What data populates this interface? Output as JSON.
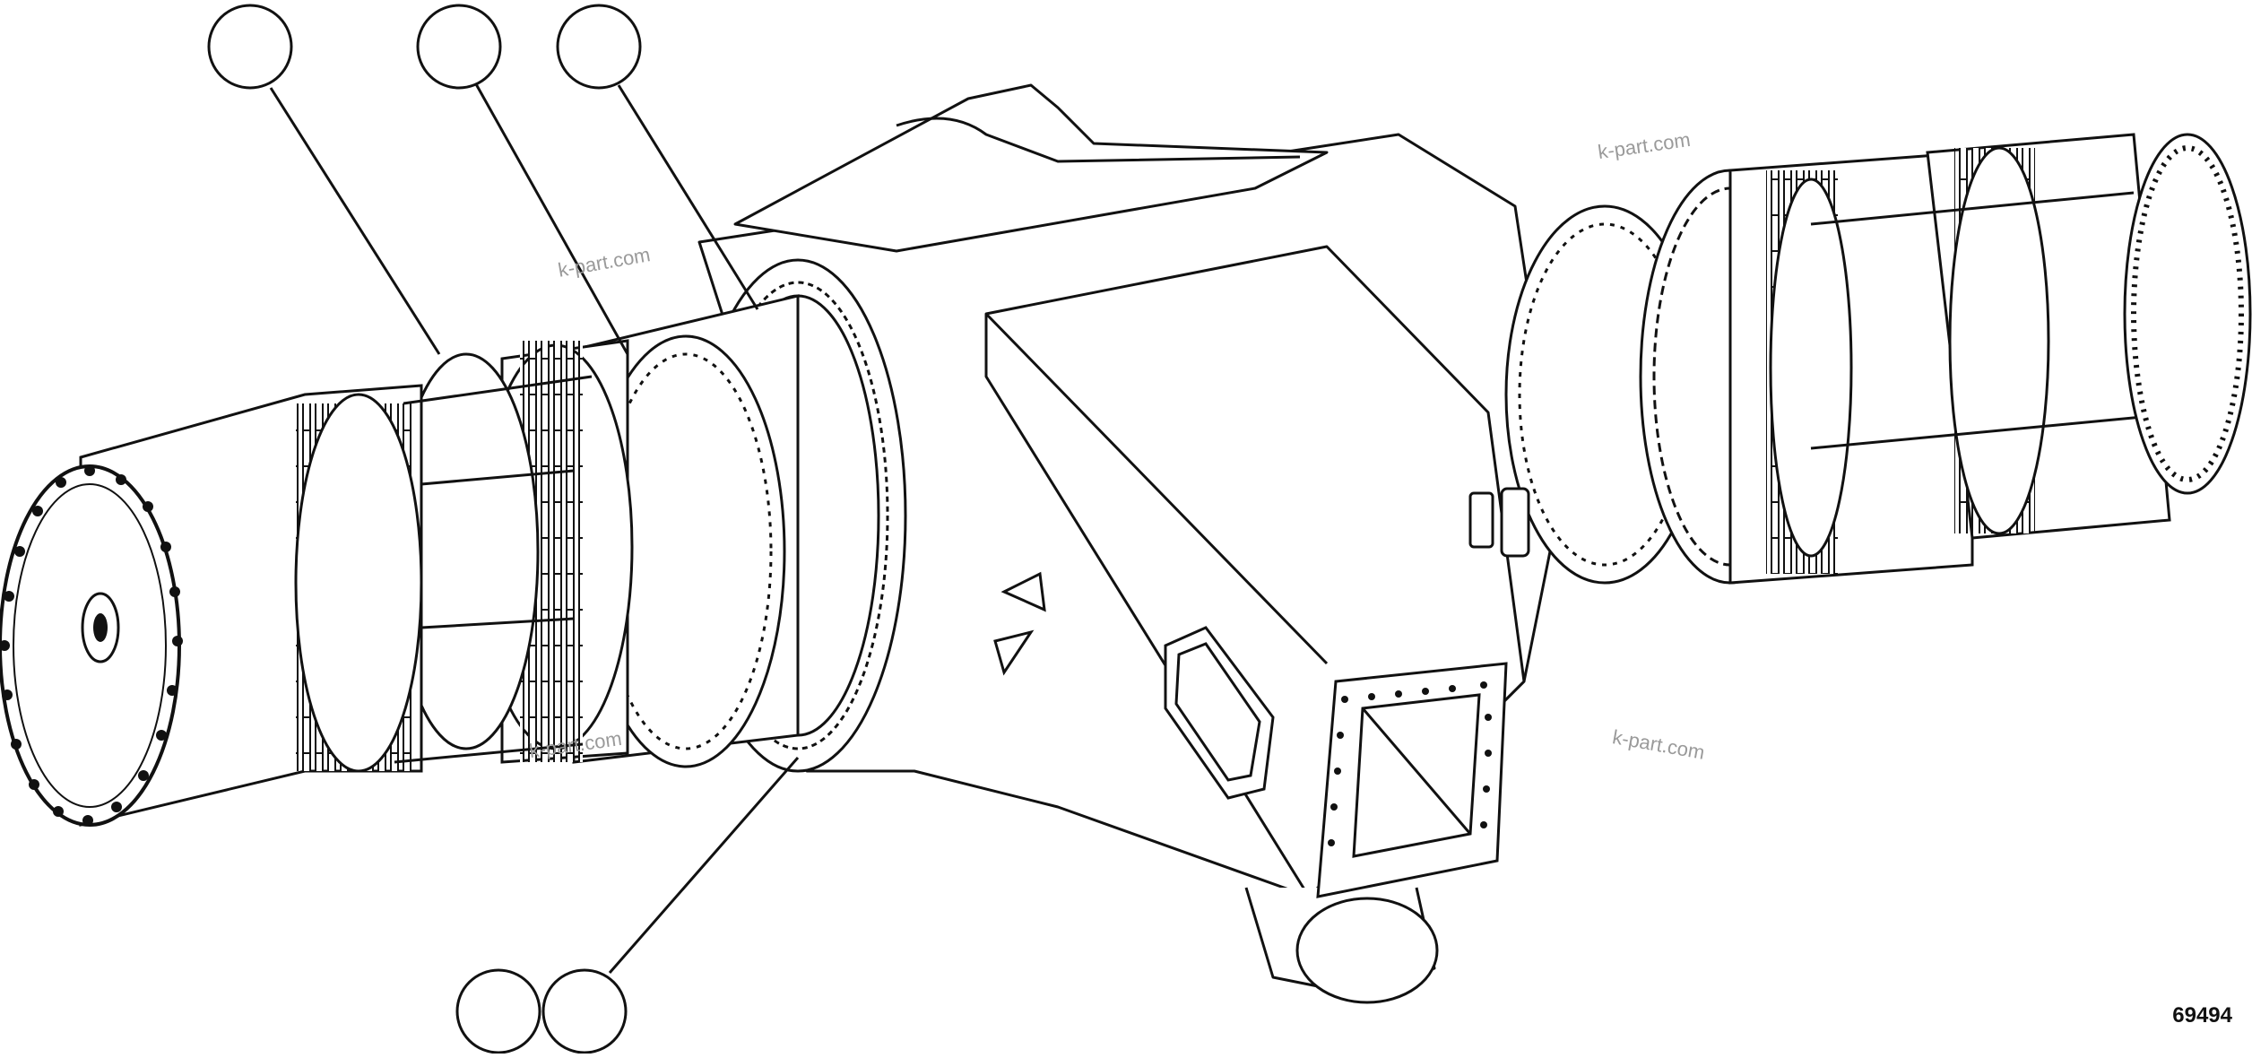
{
  "diagram": {
    "figure_number": "69494",
    "watermarks": [
      "k-part.com",
      "k-part.com",
      "k-part.com",
      "k-part.com"
    ],
    "callouts": [
      "",
      "",
      "",
      "",
      ""
    ]
  },
  "colors": {
    "line": "#111111",
    "background": "#ffffff",
    "watermark": "#9a9a9a"
  }
}
